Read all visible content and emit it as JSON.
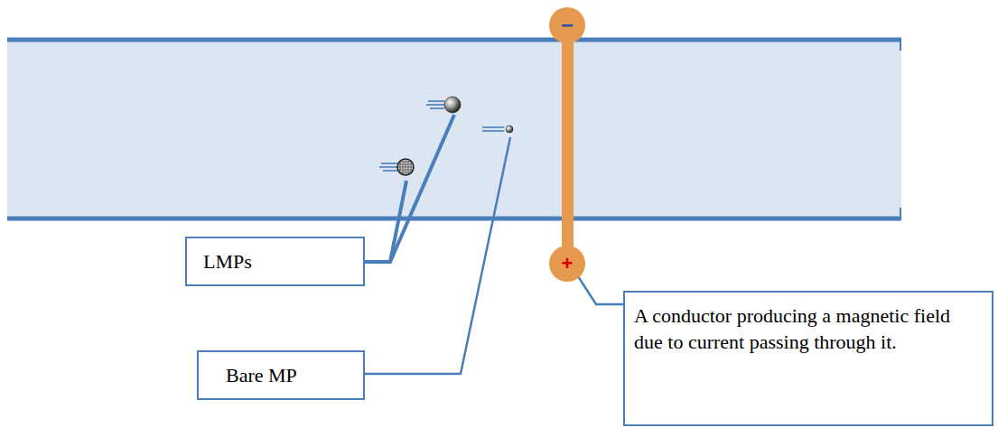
{
  "diagram": {
    "nodes": [
      {
        "text": [
          "LMPs"
        ]
      },
      {
        "text": [
          "Bare MP"
        ]
      },
      {
        "text": [
          "A conductor producing a magnetic field due to current passing through it."
        ]
      }
    ],
    "labels": [
      "−",
      "+"
    ]
  }
}
